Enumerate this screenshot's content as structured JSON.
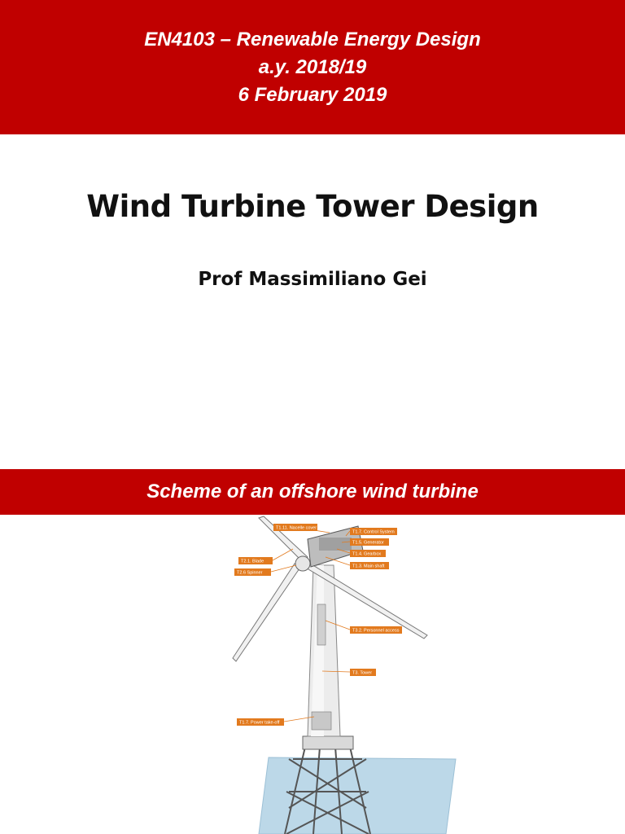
{
  "header": {
    "course": "EN4103 – Renewable Energy Design",
    "year": "a.y. 2018/19",
    "date": "6 February 2019"
  },
  "title": "Wind Turbine Tower Design",
  "author": "Prof Massimiliano Gei",
  "section": {
    "heading": "Scheme of an offshore wind turbine"
  },
  "scheme_labels": {
    "nacelle_cover": "T1.11. Nacelle cover",
    "control_system": "T1.7. Control System",
    "generator": "T1.5. Generator",
    "gearbox": "T1.4. Gearbox",
    "main_shaft": "T1.3. Main shaft",
    "blade": "T2.1. Blade",
    "spinner": "T2.6 Spinner",
    "personnel_access": "T3.2. Personnel access",
    "tower": "T3. Tower",
    "power_take_off": "T1.7. Power take-off"
  },
  "colors": {
    "banner": "#c00000",
    "label": "#e27a1e"
  }
}
